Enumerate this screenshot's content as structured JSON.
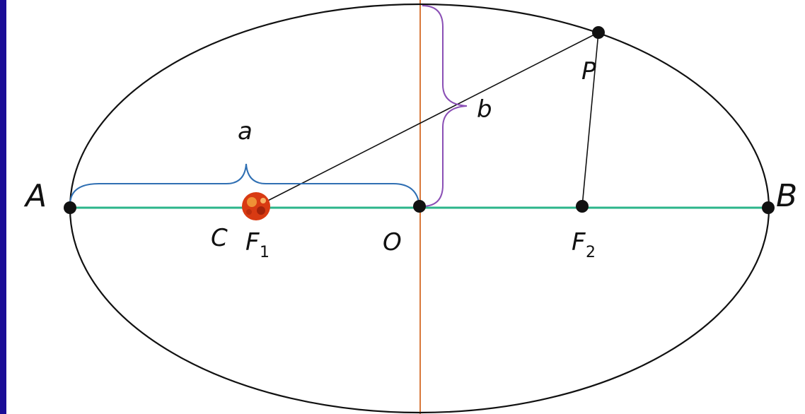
{
  "diagram": {
    "colors": {
      "frame_background": "#1a0c96",
      "panel": "#ffffff",
      "ellipse": "#111111",
      "major_axis": "#2bb58a",
      "minor_axis": "#d9783a",
      "brace_a": "#2f6fb3",
      "brace_b": "#8a4fb5",
      "focal_lines": "#111111",
      "sun": "#d83a12"
    },
    "labels": {
      "A": "A",
      "B": "B",
      "C": "C",
      "O": "O",
      "P": "P",
      "a": "a",
      "b": "b",
      "F1_main": "F",
      "F1_sub": "1",
      "F2_main": "F",
      "F2_sub": "2"
    },
    "icons": {
      "sun": "sun-icon"
    }
  }
}
